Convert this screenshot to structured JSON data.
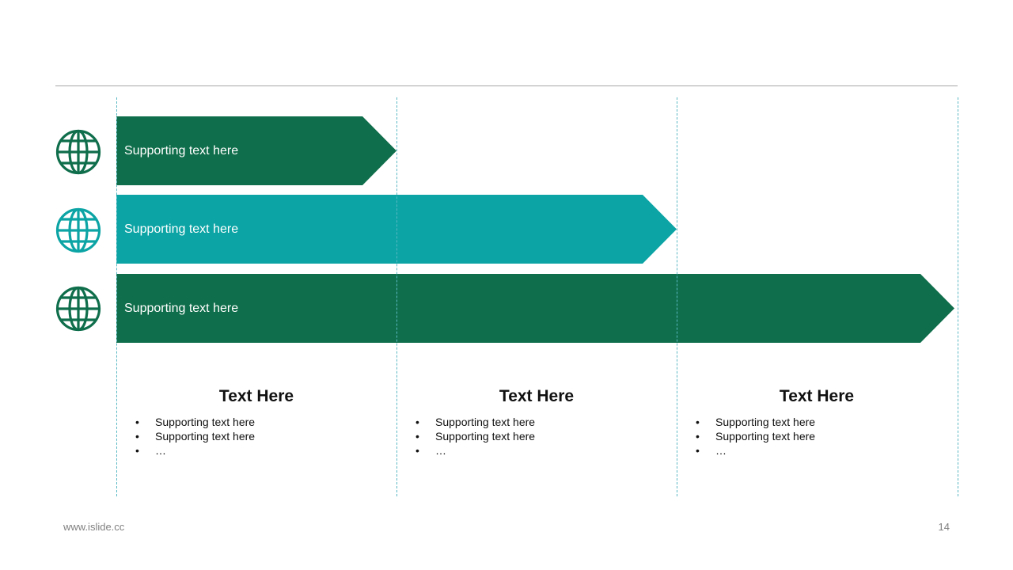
{
  "colors": {
    "dark_green": "#0F6E4B",
    "teal": "#0CA4A5",
    "guide_line": "#5BB8C4",
    "rule": "#A6A6A6"
  },
  "rows": [
    {
      "label": "Supporting text here",
      "icon": "globe-icon",
      "color": "#0F6E4B",
      "spans_columns": 1
    },
    {
      "label": "Supporting text here",
      "icon": "globe-icon",
      "color": "#0CA4A5",
      "spans_columns": 2
    },
    {
      "label": "Supporting text here",
      "icon": "globe-icon",
      "color": "#0F6E4B",
      "spans_columns": 3
    }
  ],
  "columns": [
    {
      "title": "Text Here",
      "bullets": [
        "Supporting text here",
        "Supporting text here",
        "…"
      ]
    },
    {
      "title": "Text Here",
      "bullets": [
        "Supporting text here",
        "Supporting text here",
        "…"
      ]
    },
    {
      "title": "Text Here",
      "bullets": [
        "Supporting text here",
        "Supporting text here",
        "…"
      ]
    }
  ],
  "footer": {
    "url": "www.islide.cc",
    "page_number": "14"
  }
}
